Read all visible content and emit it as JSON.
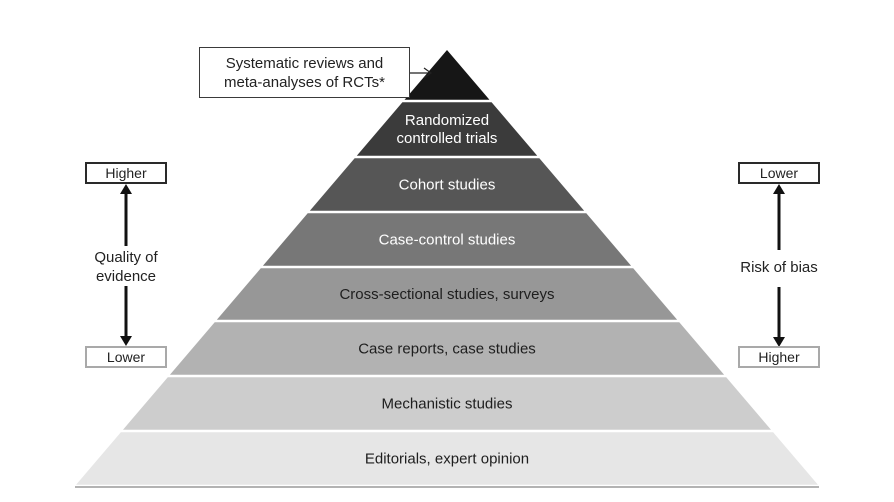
{
  "callout": {
    "line1": "Systematic reviews and",
    "line2": "meta-analyses of RCTs*"
  },
  "tiers": [
    {
      "label_lines": [],
      "fill": "#161616",
      "text_color": "#ffffff"
    },
    {
      "label_lines": [
        "Randomized",
        "controlled trials"
      ],
      "fill": "#3b3b3b",
      "text_color": "#ffffff"
    },
    {
      "label_lines": [
        "Cohort studies"
      ],
      "fill": "#565656",
      "text_color": "#ffffff"
    },
    {
      "label_lines": [
        "Case-control studies"
      ],
      "fill": "#777777",
      "text_color": "#ffffff"
    },
    {
      "label_lines": [
        "Cross-sectional studies, surveys"
      ],
      "fill": "#979797",
      "text_color": "#1e1e1e"
    },
    {
      "label_lines": [
        "Case reports, case studies"
      ],
      "fill": "#b2b2b2",
      "text_color": "#1e1e1e"
    },
    {
      "label_lines": [
        "Mechanistic studies"
      ],
      "fill": "#cdcdcd",
      "text_color": "#1e1e1e"
    },
    {
      "label_lines": [
        "Editorials, expert opinion"
      ],
      "fill": "#e6e6e6",
      "text_color": "#1e1e1e"
    }
  ],
  "left_scale": {
    "top": "Higher",
    "label_line1": "Quality of",
    "label_line2": "evidence",
    "bottom": "Lower"
  },
  "right_scale": {
    "top": "Lower",
    "label": "Risk of bias",
    "bottom": "Higher"
  }
}
